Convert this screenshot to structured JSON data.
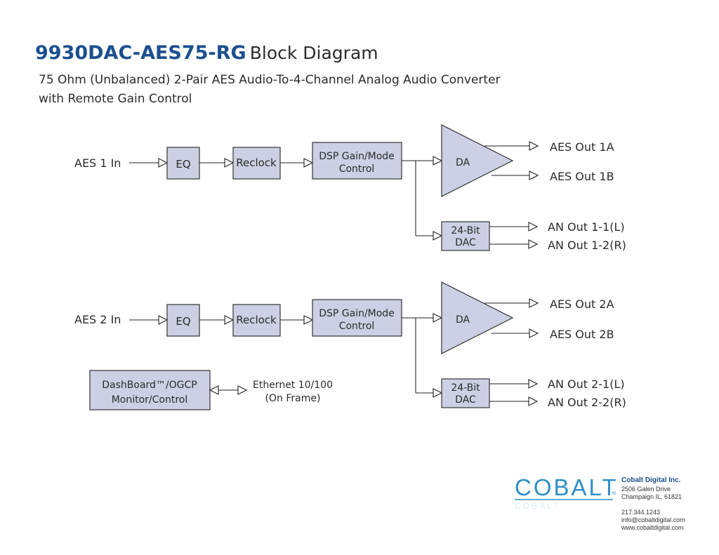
{
  "header": {
    "title_model": "9930DAC-AES75-RG",
    "title_rest": "Block Diagram",
    "subtitle_line1": "75 Ohm (Unbalanced) 2-Pair AES Audio-To-4-Channel Analog Audio Converter",
    "subtitle_line2": "with Remote Gain Control"
  },
  "chain1": {
    "input": "AES 1 In",
    "eq": "EQ",
    "reclock": "Reclock",
    "dsp_line1": "DSP Gain/Mode",
    "dsp_line2": "Control",
    "da": "DA",
    "dac_line1": "24-Bit",
    "dac_line2": "DAC",
    "out_a": "AES Out 1A",
    "out_b": "AES Out 1B",
    "an_left": "AN Out 1-1(L)",
    "an_right": "AN Out 1-2(R)"
  },
  "chain2": {
    "input": "AES 2 In",
    "eq": "EQ",
    "reclock": "Reclock",
    "dsp_line1": "DSP Gain/Mode",
    "dsp_line2": "Control",
    "da": "DA",
    "dac_line1": "24-Bit",
    "dac_line2": "DAC",
    "out_a": "AES Out 2A",
    "out_b": "AES Out 2B",
    "an_left": "AN Out 2-1(L)",
    "an_right": "AN Out 2-2(R)"
  },
  "control": {
    "line1": "DashBoard™/OGCP",
    "line2": "Monitor/Control",
    "ethernet_line1": "Ethernet 10/100",
    "ethernet_line2": "(On Frame)"
  },
  "company": {
    "logo_text": "COBALT",
    "logo_mark": "®",
    "name": "Cobalt Digital Inc.",
    "address1": "2506 Galen Drive",
    "address2": "Champaign IL, 61821",
    "phone": "217.344.1243",
    "email": "info@cobaltdigital.com",
    "website": "www.cobaltdigital.com"
  },
  "colors": {
    "block_fill": "#cdd0e4",
    "title_blue": "#1b4f8f",
    "logo_blue": "#2f8fc8"
  }
}
